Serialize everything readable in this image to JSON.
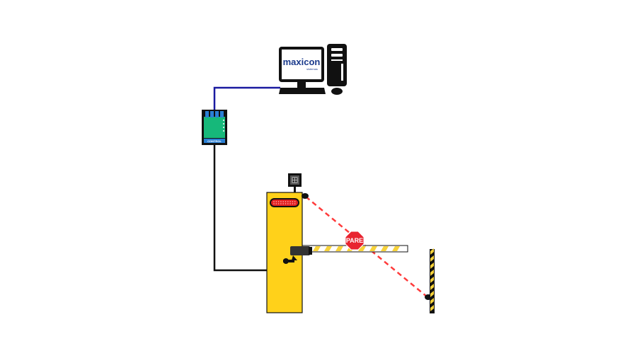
{
  "computer": {
    "brand_name": "maxicon",
    "brand_tagline": "sistemas"
  },
  "controller": {
    "label": "CONTROL"
  },
  "parking_sign": {
    "text": "PARE"
  },
  "colors": {
    "cable_to_computer": "#1a1aa0",
    "cable_to_gate": "#111111",
    "gate_cabinet": "#ffd11a",
    "controller_board": "#16b87a",
    "laser_beam": "#ff3b3b",
    "stop_sign": "#e8232f",
    "boom_stripe": "#f7d23a",
    "post_stripe": "#f7d23a"
  },
  "icons": [
    "computer-icon",
    "controller-board-icon",
    "gate-cabinet-icon",
    "stop-sign-icon",
    "camera-icon",
    "sensor-icon"
  ]
}
